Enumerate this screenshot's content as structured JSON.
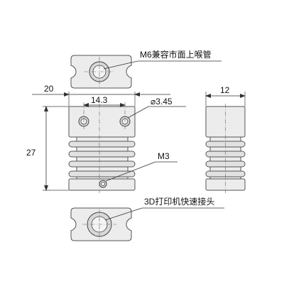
{
  "labels": {
    "top_view_note": "M6兼容市面上喉管",
    "width_dim": "20",
    "hole_spacing_dim": "14.3",
    "hole_diameter_dim": "⌀3.45",
    "side_width_dim": "12",
    "height_dim": "27",
    "set_screw_note": "M3",
    "bottom_view_note": "3D打印机快速接头"
  },
  "colors": {
    "part_fill": "#ececec",
    "outline": "#555555"
  }
}
